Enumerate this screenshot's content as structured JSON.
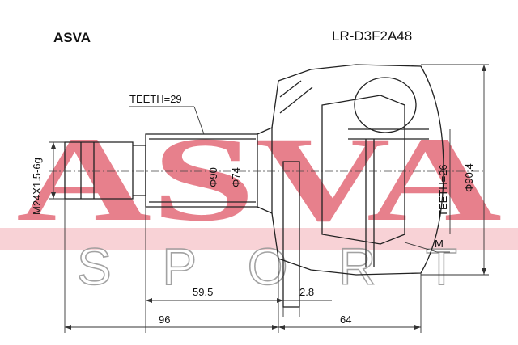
{
  "brand": "ASVA",
  "part_number": "LR-D3F2A48",
  "watermark": {
    "main": "ASVA",
    "sub": "SPORT",
    "color": "#e36a78",
    "band_color": "#f6c3c8"
  },
  "labels": {
    "teeth_outer": "TEETH=29",
    "thread": "M24X1.5-6g",
    "dia_90": "Φ90",
    "dia_74": "Φ74",
    "teeth_inner": "TEETH=26",
    "dia_90_4": "Φ90.4",
    "marker_m": "M",
    "len_59_5": "59.5",
    "len_2_8": "2.8",
    "len_96": "96",
    "len_64": "64"
  },
  "colors": {
    "line": "#222222",
    "dim": "#333333"
  }
}
